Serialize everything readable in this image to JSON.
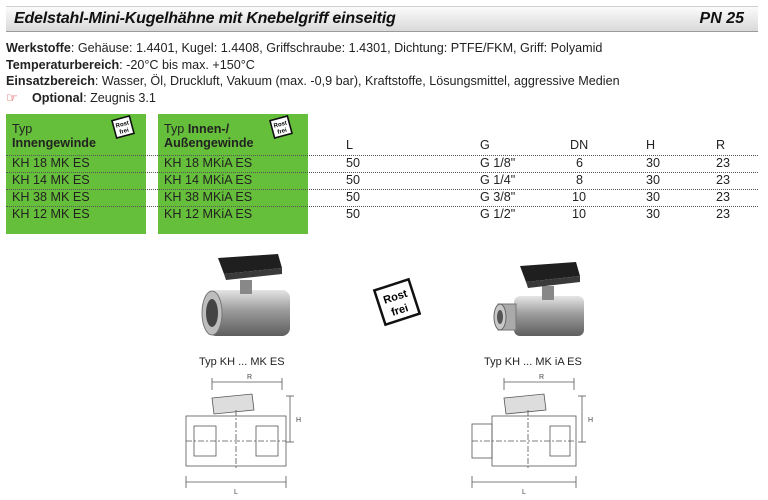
{
  "header": {
    "title": "Edelstahl-Mini-Kugelhähne mit Knebelgriff einseitig",
    "pn": "PN 25"
  },
  "specs": [
    {
      "label": "Werkstoffe",
      "text": ": Gehäuse: 1.4401, Kugel: 1.4408, Griffschraube: 1.4301, Dichtung: PTFE/FKM, Griff: Polyamid"
    },
    {
      "label": "Temperaturbereich",
      "text": ": -20°C bis max. +150°C"
    },
    {
      "label": "Einsatzbereich",
      "text": ": Wasser, Öl, Druckluft, Vakuum (max. -0,9 bar), Kraftstoffe, Lösungsmittel, aggressive Medien"
    },
    {
      "label": "Optional",
      "text": ": Zeugnis 3.1"
    }
  ],
  "badge": {
    "line1": "Rost",
    "line2": "frei"
  },
  "table": {
    "col1_header": {
      "line1": "Typ",
      "line2": "Innengewinde"
    },
    "col2_header": {
      "line1": "Typ",
      "line1b": "Innen-/",
      "line2": "Außengewinde"
    },
    "headers": [
      "L",
      "G",
      "DN",
      "H",
      "R"
    ],
    "rows": [
      {
        "typ1": "KH 18 MK ES",
        "typ2": "KH 18 MKiA ES",
        "L": "50",
        "G": "G 1/8\"",
        "DN": "6",
        "H": "30",
        "R": "23"
      },
      {
        "typ1": "KH 14 MK ES",
        "typ2": "KH 14 MKiA ES",
        "L": "50",
        "G": "G 1/4\"",
        "DN": "8",
        "H": "30",
        "R": "23"
      },
      {
        "typ1": "KH 38 MK ES",
        "typ2": "KH 38 MKiA ES",
        "L": "50",
        "G": "G 3/8\"",
        "DN": "10",
        "H": "30",
        "R": "23"
      },
      {
        "typ1": "KH 12 MK ES",
        "typ2": "KH 12 MKiA ES",
        "L": "50",
        "G": "G 1/2\"",
        "DN": "10",
        "H": "30",
        "R": "23"
      }
    ]
  },
  "images": {
    "caption1": "Typ KH ... MK ES",
    "caption2": "Typ KH ... MK iA ES",
    "dim_R": "R",
    "dim_H": "H",
    "dim_L": "L"
  }
}
